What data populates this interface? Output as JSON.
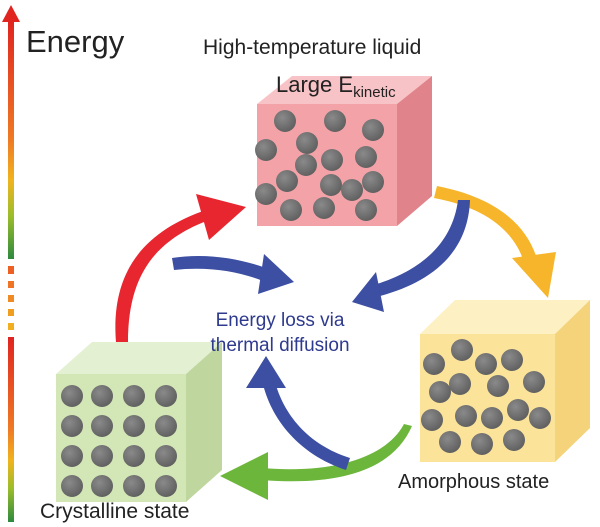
{
  "energy_axis": {
    "label": "Energy"
  },
  "states": {
    "liquid": {
      "title": "High-temperature liquid",
      "energy_label": "Large E",
      "energy_subscript": "kinetic",
      "face_color": "#f3a3a8",
      "side_color": "#e0838a"
    },
    "amorphous": {
      "label": "Amorphous state",
      "face_color": "#fbe39a",
      "side_color": "#f4d37a"
    },
    "crystalline": {
      "label": "Crystalline state",
      "face_color": "#d3e6b6",
      "side_color": "#bfd79f"
    }
  },
  "center_label": "Energy loss via thermal diffusion",
  "colors": {
    "heating_arrow": "#e8262f",
    "liquid_to_amorphous_arrow": "#f6b52a",
    "amorphous_to_crystal_arrow": "#6db63c",
    "thermal_loss_arrows": "#3d4fa3",
    "particle": "#6f6f6f",
    "center_text": "#2e3a8e"
  },
  "icons": [
    "energy-gradient-arrow",
    "particle-sphere",
    "curved-process-arrow"
  ]
}
